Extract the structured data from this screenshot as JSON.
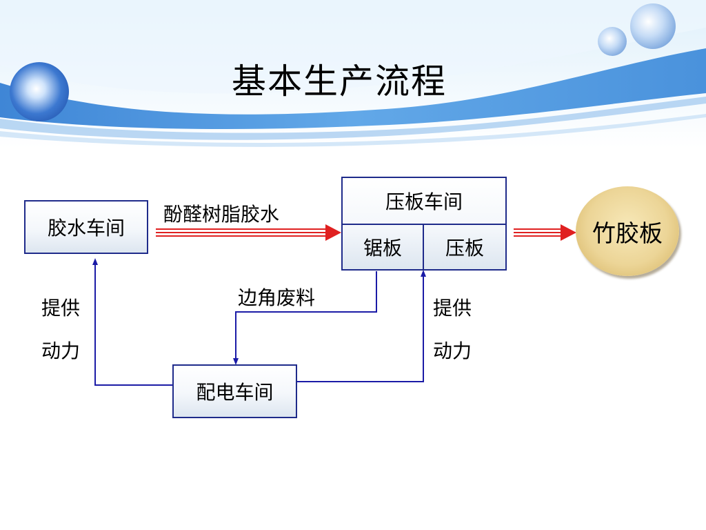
{
  "title": "基本生产流程",
  "nodes": {
    "glue_workshop": "胶水车间",
    "press_workshop": "压板车间",
    "sawing": "锯板",
    "pressing": "压板",
    "power_workshop": "配电车间",
    "product": "竹胶板"
  },
  "edge_labels": {
    "resin_glue": "酚醛树脂胶水",
    "scrap": "边角废料",
    "power_left_1": "提供",
    "power_left_2": "动力",
    "power_right_1": "提供",
    "power_right_2": "动力"
  },
  "colors": {
    "box_border": "#1e2a8a",
    "connector": "#1a1aa6",
    "flow_arrow": "#e02020",
    "banner_blue": "#5aa0e0"
  }
}
